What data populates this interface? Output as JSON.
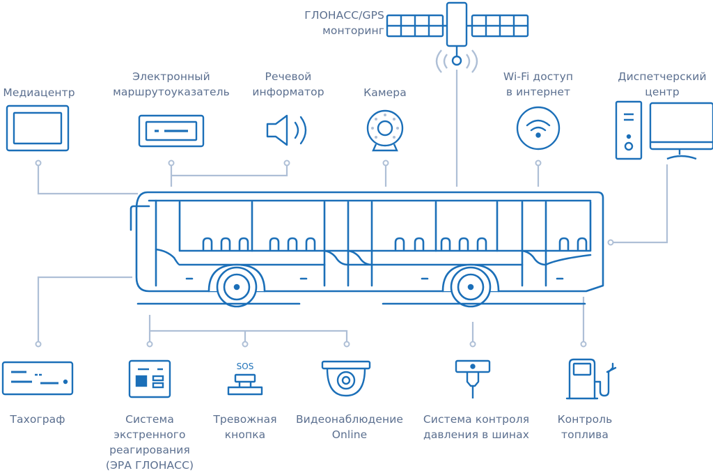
{
  "colors": {
    "primary": "#1b6fb8",
    "connector": "#aebfd6",
    "label": "#5b6f8f"
  },
  "top_devices": [
    {
      "id": "gps",
      "icon": "satellite-icon",
      "label": "ГЛОНАСС/GPS\nмонторинг"
    },
    {
      "id": "media",
      "icon": "monitor-icon",
      "label": "Медиацентр"
    },
    {
      "id": "route",
      "icon": "route-display-icon",
      "label": "Электронный\nмаршрутоуказатель"
    },
    {
      "id": "voice",
      "icon": "speaker-icon",
      "label": "Речевой\nинформатор"
    },
    {
      "id": "camera",
      "icon": "camera-icon",
      "label": "Камера"
    },
    {
      "id": "wifi",
      "icon": "wifi-icon",
      "label": "Wi-Fi доступ\nв интернет"
    },
    {
      "id": "dispatch",
      "icon": "computer-icon",
      "label": "Диспетчерский\nцентр"
    }
  ],
  "bottom_devices": [
    {
      "id": "tacho",
      "icon": "tachograph-icon",
      "label": "Тахограф"
    },
    {
      "id": "era",
      "icon": "emergency-panel-icon",
      "label": "Система\nэкстренного\nреагирования\n(ЭРА ГЛОНАСС)"
    },
    {
      "id": "sos",
      "icon": "alarm-button-icon",
      "label": "Тревожная\nкнопка",
      "badge": "SOS"
    },
    {
      "id": "cctv",
      "icon": "dome-camera-icon",
      "label": "Видеонаблюдение\nOnline"
    },
    {
      "id": "tpms",
      "icon": "tire-sensor-icon",
      "label": "Система контроля\nдавления в шинах"
    },
    {
      "id": "fuel",
      "icon": "fuel-pump-icon",
      "label": "Контроль\nтоплива"
    }
  ]
}
